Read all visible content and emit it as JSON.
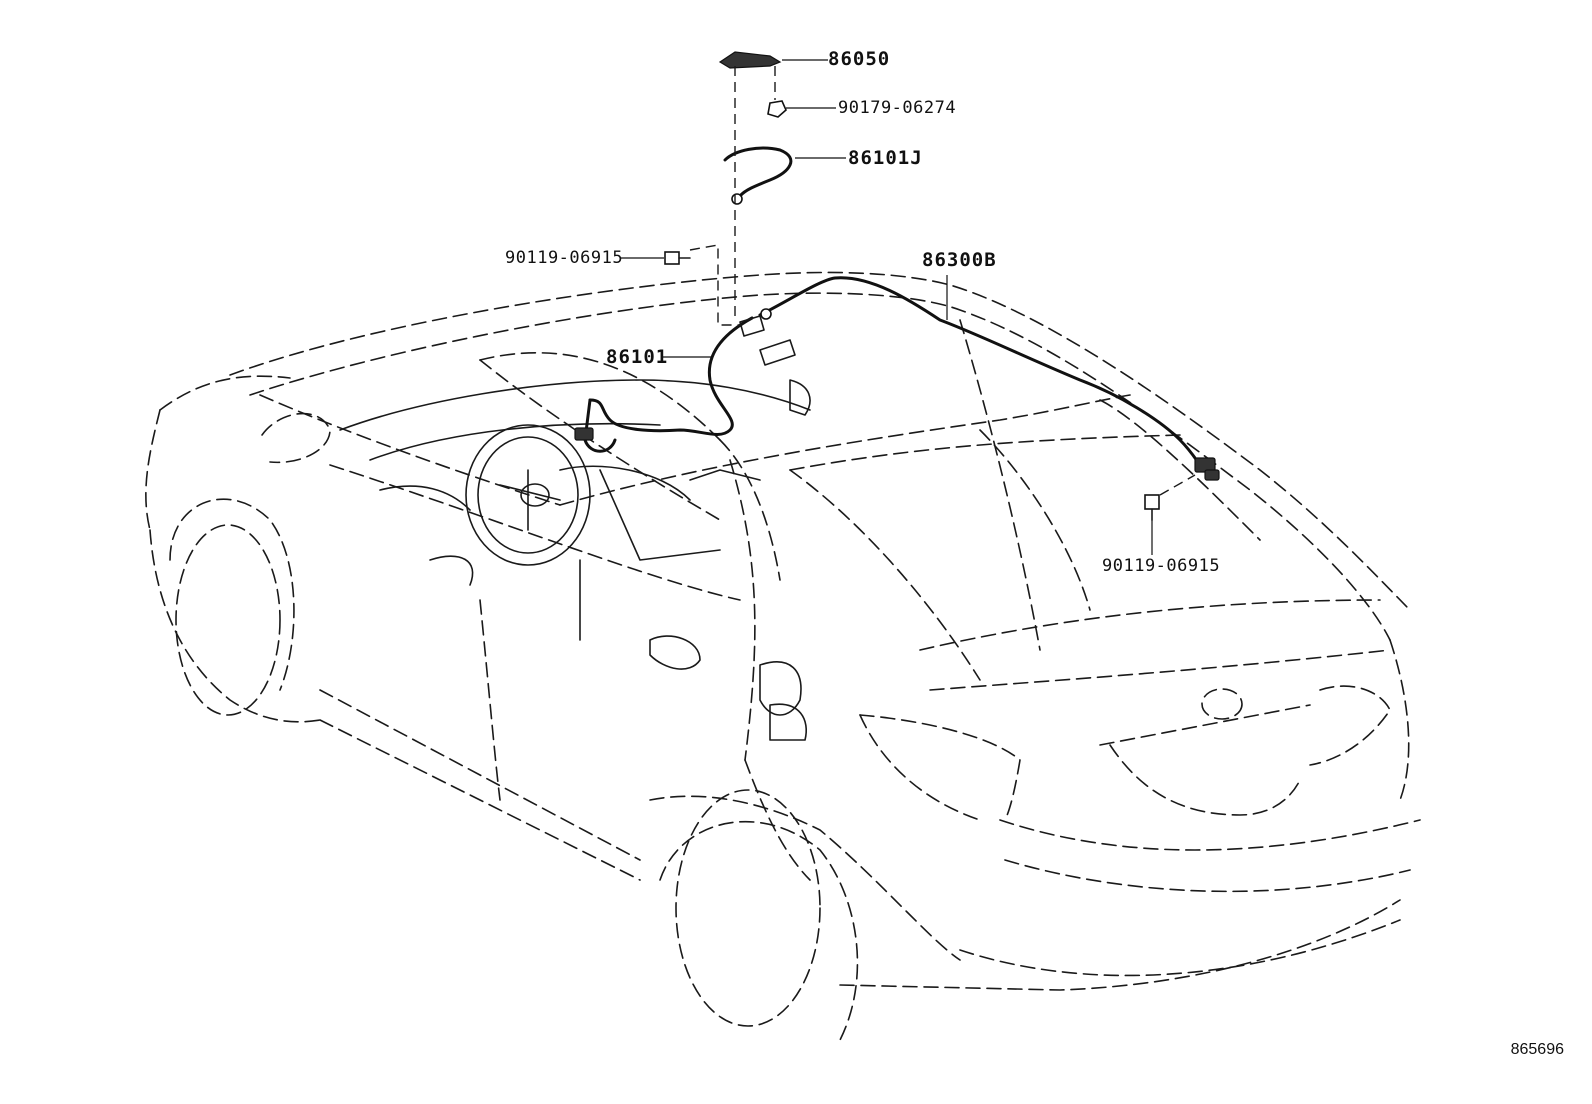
{
  "labels": {
    "antenna_cover": "86050",
    "antenna_nut": "90179-06274",
    "antenna_cord_sub": "86101J",
    "front_bolt": "90119-06915",
    "antenna_cord_assy": "86300B",
    "antenna_cord_main": "86101",
    "rear_bolt": "90119-06915"
  },
  "diagram_id": "865696"
}
